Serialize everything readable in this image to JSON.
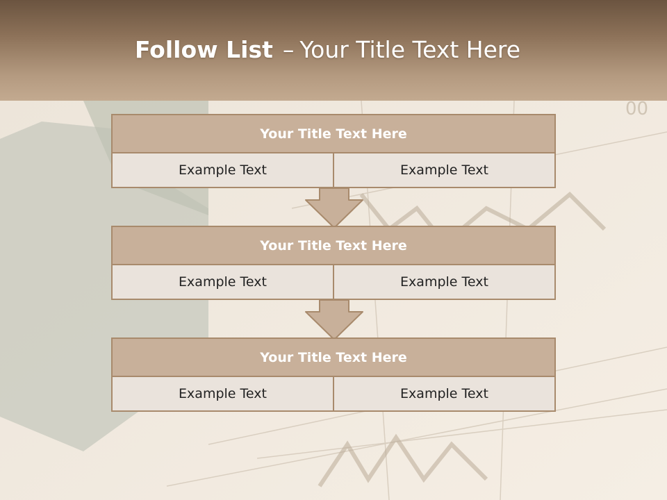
{
  "slide": {
    "title_bold": "Follow List",
    "title_dash": "–",
    "title_rest": "Your Title Text Here"
  },
  "steps": [
    {
      "title": "Your Title Text Here",
      "left": "Example Text",
      "right": "Example Text"
    },
    {
      "title": "Your Title Text Here",
      "left": "Example Text",
      "right": "Example Text"
    },
    {
      "title": "Your Title Text Here",
      "left": "Example Text",
      "right": "Example Text"
    }
  ],
  "colors": {
    "header_top": "#6b5440",
    "header_bottom": "#c3aa90",
    "box_title_fill": "#c8b09a",
    "box_cell_fill": "#eae3dc",
    "border": "#a88a6c"
  },
  "icons": {
    "connector": "down-arrow-icon"
  }
}
